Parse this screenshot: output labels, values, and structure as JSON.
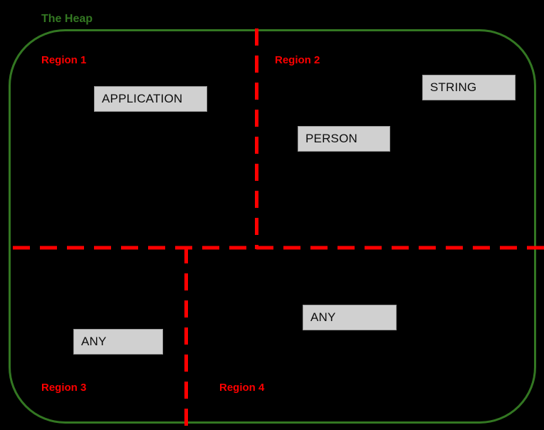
{
  "diagram": {
    "title": "The Heap",
    "title_color": "#337722",
    "boundary_color": "#337722",
    "divider_color": "#ff0000",
    "background_color": "#000000",
    "object_box_fill": "#d0d0d0",
    "object_box_border": "#9a9a9a",
    "object_box_text_color": "#0d0d0d",
    "regions": [
      {
        "id": "region-1",
        "label": "Region 1",
        "objects": [
          "APPLICATION"
        ]
      },
      {
        "id": "region-2",
        "label": "Region 2",
        "objects": [
          "PERSON",
          "STRING"
        ]
      },
      {
        "id": "region-3",
        "label": "Region 3",
        "objects": [
          "ANY"
        ]
      },
      {
        "id": "region-4",
        "label": "Region 4",
        "objects": [
          "ANY"
        ]
      }
    ],
    "objects": {
      "application": "APPLICATION",
      "string": "STRING",
      "person": "PERSON",
      "any_region3": "ANY",
      "any_region4": "ANY"
    }
  }
}
